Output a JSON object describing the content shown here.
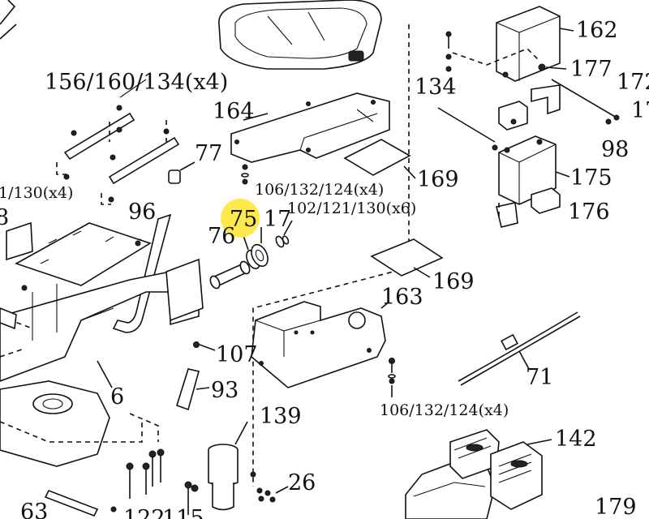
{
  "diagram": {
    "highlight_color": "#FFE94A",
    "highlighted_callout": "75",
    "callouts": {
      "c162": "162",
      "c177": "177",
      "c172": "172",
      "c17_right": "17",
      "c134": "134",
      "c98": "98",
      "c175": "175",
      "c176": "176",
      "c156": "156/160/134(x4)",
      "c164": "164",
      "c77": "77",
      "c106_top": "106/132/124(x4)",
      "c169_top": "169",
      "c130_left": "1/130(x4)",
      "c96": "96",
      "c75": "75",
      "c17_mid": "17",
      "c102": "102/121/130(x6)",
      "c76": "76",
      "c169_mid": "169",
      "c163": "163",
      "c107": "107",
      "c93": "93",
      "c71": "71",
      "c6": "6",
      "c106_bot": "106/132/124(x4)",
      "c139": "139",
      "c142": "142",
      "c26": "26",
      "c63": "63",
      "c122": "122",
      "c115": "115",
      "c179": "179",
      "c8": "8"
    }
  }
}
